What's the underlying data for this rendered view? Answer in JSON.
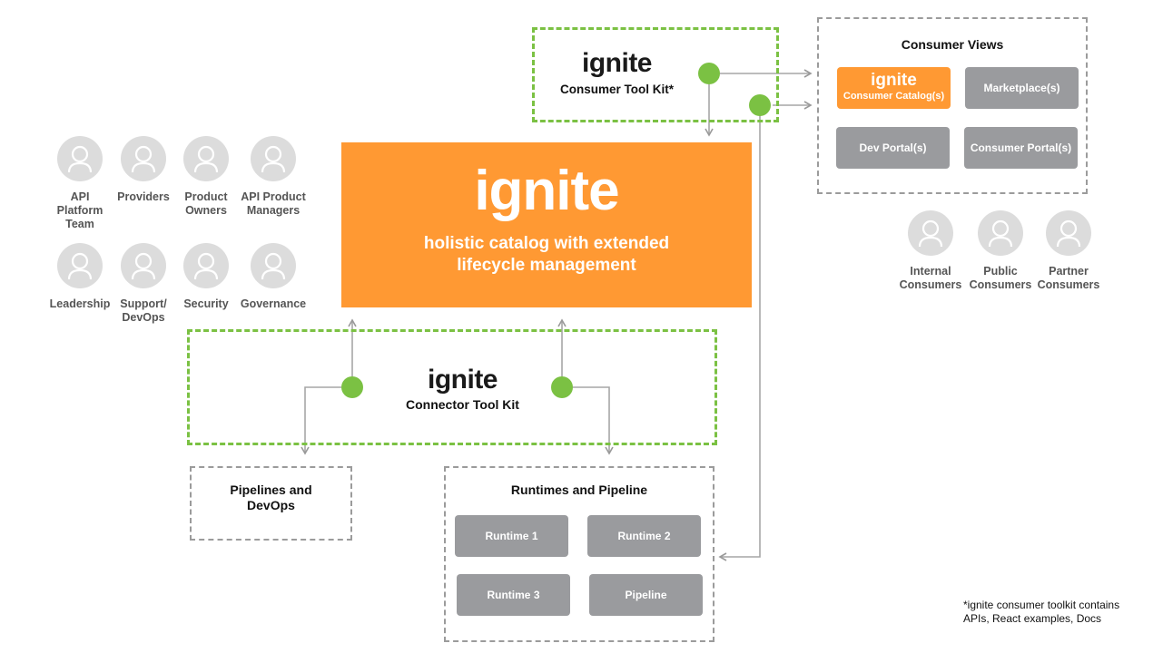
{
  "personas_left": [
    {
      "label": "API\nPlatform\nTeam"
    },
    {
      "label": "Providers"
    },
    {
      "label": "Product\nOwners"
    },
    {
      "label": "API Product\nManagers"
    },
    {
      "label": "Leadership"
    },
    {
      "label": "Support/\nDevOps"
    },
    {
      "label": "Security"
    },
    {
      "label": "Governance"
    }
  ],
  "core": {
    "logo": "ignite",
    "tagline": "holistic catalog with extended lifecycle management"
  },
  "consumer_toolkit": {
    "logo": "ignite",
    "label": "Consumer Tool Kit*"
  },
  "connector_toolkit": {
    "logo": "ignite",
    "label": "Connector Tool Kit"
  },
  "consumer_views": {
    "title": "Consumer Views",
    "catalog_logo": "ignite",
    "catalog_label": "Consumer Catalog(s)",
    "marketplace": "Marketplace(s)",
    "dev_portal": "Dev Portal(s)",
    "consumer_portal": "Consumer Portal(s)"
  },
  "personas_right": [
    {
      "label": "Internal\nConsumers"
    },
    {
      "label": "Public\nConsumers"
    },
    {
      "label": "Partner\nConsumers"
    }
  ],
  "pipelines_box": {
    "title": "Pipelines and\nDevOps"
  },
  "runtimes_box": {
    "title": "Runtimes and Pipeline",
    "runtime1": "Runtime 1",
    "runtime2": "Runtime 2",
    "runtime3": "Runtime 3",
    "pipeline": "Pipeline"
  },
  "footnote": "*ignite consumer toolkit contains\nAPIs, React examples, Docs",
  "colors": {
    "orange": "#ff9933",
    "green": "#7bc143",
    "gray_box": "#9a9b9e",
    "avatar": "#dcdcdc"
  }
}
